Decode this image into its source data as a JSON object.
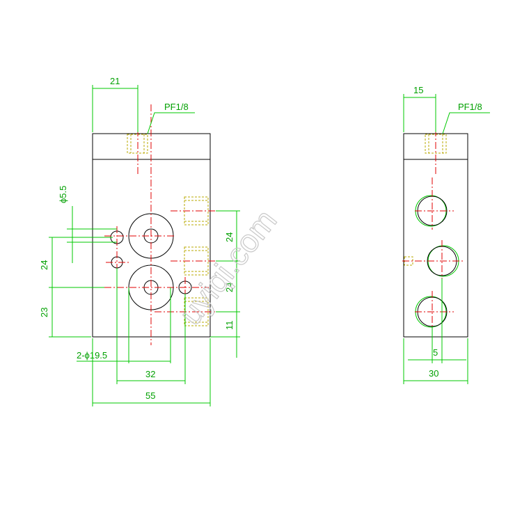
{
  "watermark": "uyiqi.com",
  "colors": {
    "outline": "#000000",
    "dimension": "#00c800",
    "centerline": "#e00000",
    "hidden": "#b8a800"
  },
  "front_view": {
    "dim_width_top": "21",
    "thread_label": "PF1/8",
    "dim_small_hole": "ϕ5.5",
    "dim_vert_24_left": "24",
    "dim_vert_23_left": "23",
    "dim_hole_dia": "2-ϕ19.5",
    "dim_32": "32",
    "dim_55": "55",
    "dim_vert_24_right_a": "24",
    "dim_vert_24_right_b": "24",
    "dim_vert_11_right": "11"
  },
  "side_view": {
    "dim_width_top": "15",
    "thread_label": "PF1/8",
    "dim_5": "5",
    "dim_30": "30"
  }
}
